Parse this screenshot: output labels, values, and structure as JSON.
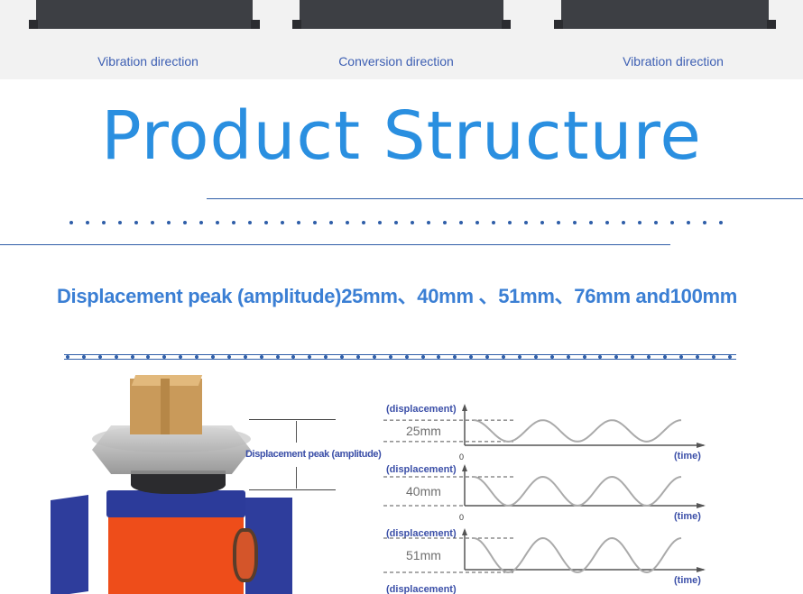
{
  "top_strip": {
    "labels": [
      "Vibration direction",
      "Conversion direction",
      "Vibration direction"
    ]
  },
  "title": "Product Structure",
  "headline": "Displacement peak (amplitude)25mm、40mm 、51mm、76mm and100mm",
  "illustration": {
    "dimension_label": "Displacement peak (amplitude)"
  },
  "waves": {
    "y_label": "(displacement)",
    "x_label": "(time)",
    "origin": "0",
    "rows": [
      {
        "amplitude_label": "25mm",
        "amplitude": 25
      },
      {
        "amplitude_label": "40mm",
        "amplitude": 40
      },
      {
        "amplitude_label": "51mm",
        "amplitude": 51
      }
    ],
    "partial_row_label": "(displacement)"
  },
  "colors": {
    "title": "#2a8fe0",
    "headline": "#3b7fd4",
    "rule": "#2f5ea8",
    "label_blue": "#3d5fb3",
    "machine_orange": "#ee4d1a",
    "machine_blue": "#2e3d9c"
  }
}
